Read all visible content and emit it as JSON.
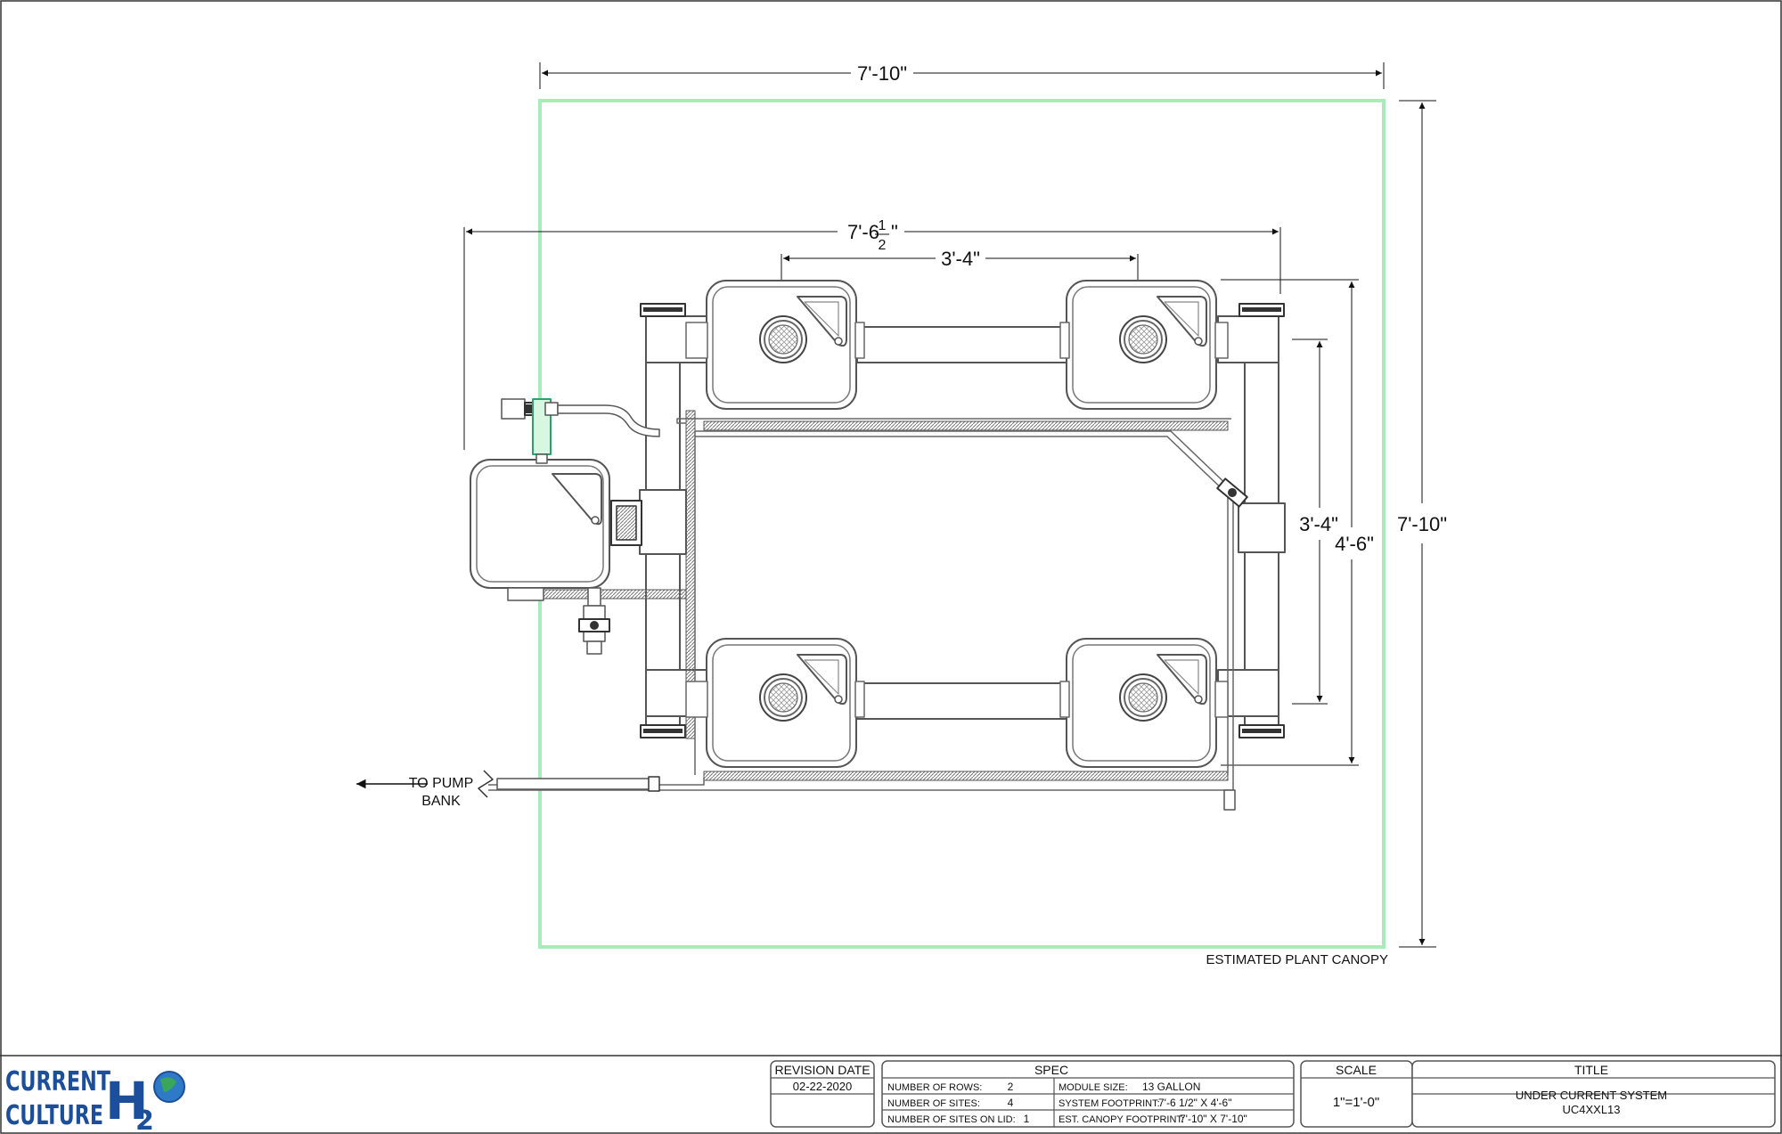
{
  "diagram": {
    "dimensions": {
      "canopy_width": "7'-10\"",
      "canopy_height": "7'-10\"",
      "system_width_main": "7'-6",
      "system_width_num": "1",
      "system_width_den": "2",
      "system_width_quote": "\"",
      "site_spacing_x": "3'-4\"",
      "site_spacing_y": "3'-4\"",
      "system_depth": "4'-6\""
    },
    "labels": {
      "to_pump_line1": "TO PUMP",
      "to_pump_line2": "BANK",
      "canopy": "ESTIMATED PLANT CANOPY"
    },
    "colors": {
      "canopy": "#a6edb8",
      "line": "#555555",
      "accent": "#2aa36b",
      "logo_blue": "#1b4f9c"
    }
  },
  "title_block": {
    "logo": {
      "line1": "CURRENT",
      "line2": "CULTURE",
      "h": "H",
      "two": "2"
    },
    "revision": {
      "header": "REVISION DATE",
      "value": "02-22-2020"
    },
    "spec": {
      "header": "SPEC",
      "rows": [
        {
          "label": "NUMBER OF ROWS:",
          "value": "2"
        },
        {
          "label": "NUMBER OF SITES:",
          "value": "4"
        },
        {
          "label": "NUMBER OF SITES ON LID:",
          "value": "1"
        }
      ],
      "right": [
        {
          "label": "MODULE SIZE:",
          "value": "13 GALLON"
        },
        {
          "label": "SYSTEM FOOTPRINT:",
          "value": "7'-6 1/2\" X 4'-6\""
        },
        {
          "label": "EST. CANOPY FOOTPRINT:",
          "value": "7'-10\" X 7'-10\""
        }
      ]
    },
    "scale": {
      "header": "SCALE",
      "value": "1\"=1'-0\""
    },
    "title": {
      "header": "TITLE",
      "line1": "UNDER CURRENT SYSTEM",
      "line2": "UC4XXL13"
    }
  }
}
